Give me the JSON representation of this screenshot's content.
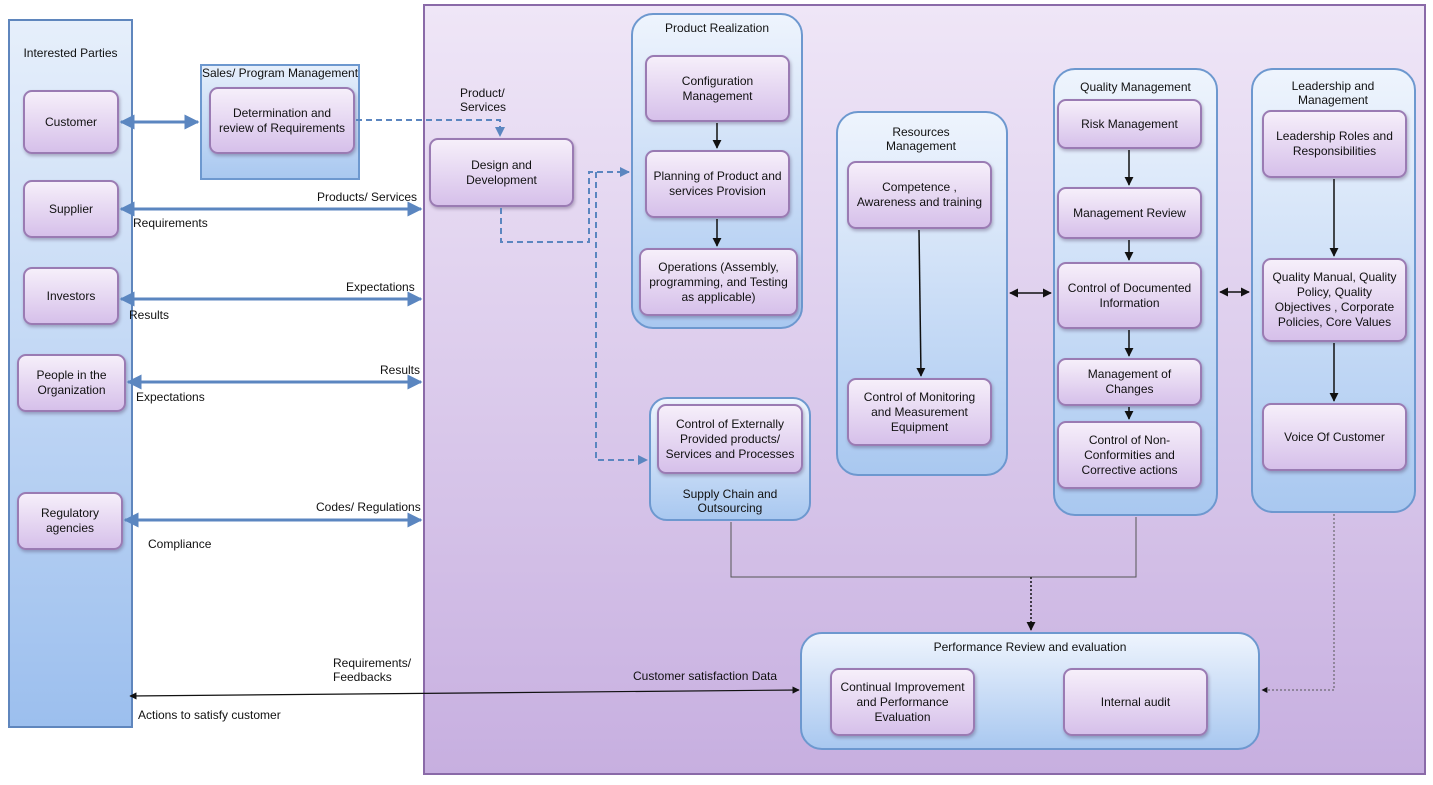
{
  "interested_parties": {
    "title": "Interested Parties",
    "customer": "Customer",
    "supplier": "Supplier",
    "investors": "Investors",
    "people": "People in the Organization",
    "regulatory": "Regulatory agencies"
  },
  "sales": {
    "title": "Sales/ Program Management",
    "box": "Determination and review of Requirements"
  },
  "design": {
    "box": "Design and Development",
    "label": "Product/ Services"
  },
  "product_realization": {
    "title": "Product Realization",
    "config": "Configuration Management",
    "planning": "Planning of Product and services Provision",
    "operations": "Operations (Assembly, programming, and Testing as applicable)"
  },
  "supply_chain": {
    "box": "Control of Externally Provided products/ Services and Processes",
    "caption": "Supply Chain and Outsourcing"
  },
  "resources": {
    "title": "Resources Management",
    "competence": "Competence , Awareness and training",
    "monitoring": "Control of Monitoring and Measurement Equipment"
  },
  "quality": {
    "title": "Quality Management",
    "risk": "Risk Management",
    "review": "Management Review",
    "documented": "Control of Documented Information",
    "changes": "Management of Changes",
    "nonconformities": "Control of Non-Conformities and Corrective actions"
  },
  "leadership": {
    "title": "Leadership and Management",
    "roles": "Leadership Roles and Responsibilities",
    "manual": "Quality Manual, Quality Policy, Quality Objectives , Corporate Policies, Core Values",
    "voc": "Voice Of Customer"
  },
  "performance": {
    "title": "Performance Review and evaluation",
    "continual": "Continual Improvement and Performance Evaluation",
    "audit": "Internal audit"
  },
  "flows": {
    "products_services": "Products/ Services",
    "requirements": "Requirements",
    "expectations_1": "Expectations",
    "results_1": "Results",
    "results_2": "Results",
    "expectations_2": "Expectations",
    "codes": "Codes/ Regulations",
    "compliance": "Compliance",
    "req_feedbacks": "Requirements/ Feedbacks",
    "csat": "Customer satisfaction Data",
    "actions": "Actions to satisfy customer"
  },
  "colors": {
    "blue_arrow": "#5b86c0",
    "black_arrow": "#111111",
    "box_border": "#9a7bb3",
    "group_border": "#6d98cf",
    "main_panel": "#c7afe0"
  }
}
